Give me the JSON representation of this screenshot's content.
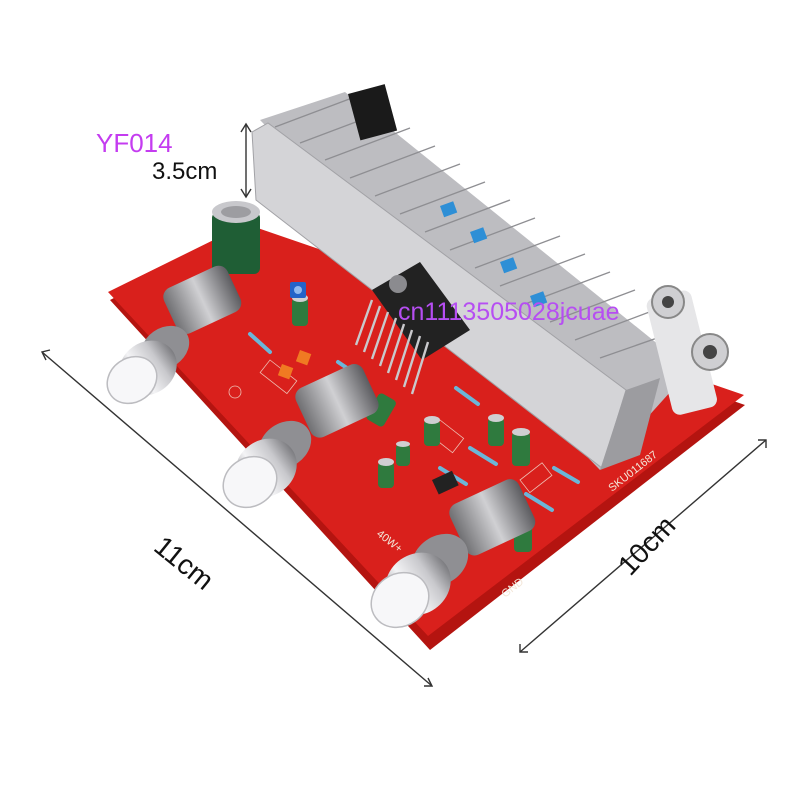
{
  "labels": {
    "model": "YF014",
    "height": "3.5cm",
    "watermark": "cn1113505028jcuae",
    "width_left": "11cm",
    "width_right": "10cm"
  },
  "board_text": {
    "power": "40W+",
    "gnd": "GND",
    "sku": "SKU011687"
  },
  "colors": {
    "pcb": "#d9201c",
    "heatsink": "#d8d8da",
    "knob": "#e8e8ea",
    "capacitor": "#1f5e35",
    "watermark": "#b64ef2",
    "model_label": "#c43cf0"
  }
}
